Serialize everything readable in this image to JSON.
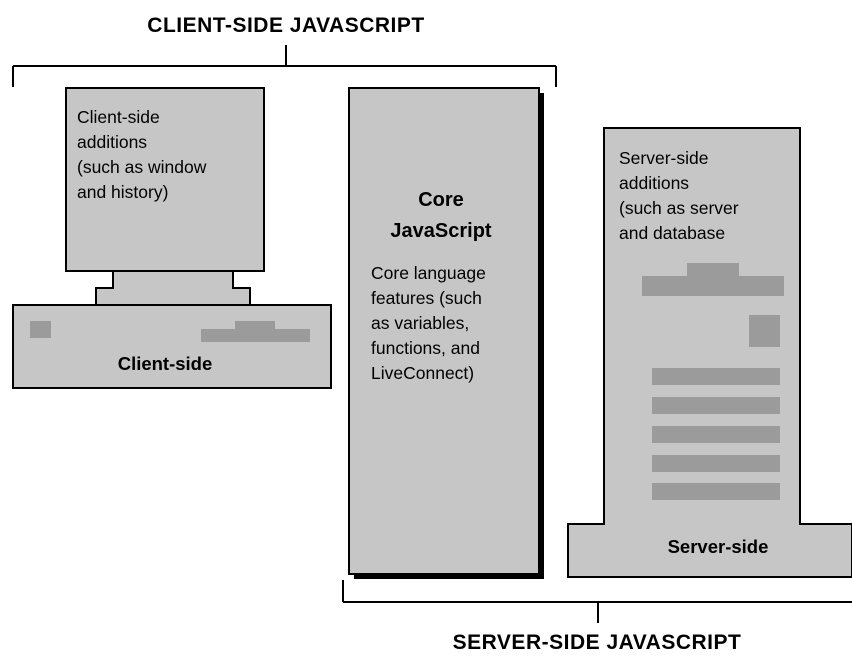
{
  "headings": {
    "client_side_js": "CLIENT-SIDE JAVASCRIPT",
    "server_side_js": "SERVER-SIDE JAVASCRIPT"
  },
  "client": {
    "additions_lines": [
      "Client-side",
      "additions",
      "(such as window",
      "and history)"
    ],
    "label": "Client-side"
  },
  "core": {
    "title_lines": [
      "Core",
      "JavaScript"
    ],
    "features_lines": [
      "Core language",
      "features (such",
      "as variables,",
      "functions, and",
      "LiveConnect)"
    ]
  },
  "server": {
    "additions_lines": [
      "Server-side",
      "additions",
      "(such as server",
      "and database"
    ],
    "label": "Server-side"
  },
  "colors": {
    "box_fill": "#c6c6c6",
    "block_fill": "#9b9b9b",
    "shadow": "#000000"
  }
}
